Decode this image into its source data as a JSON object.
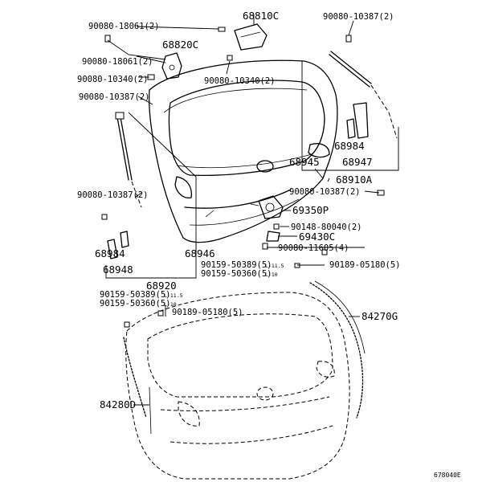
{
  "diagram_code": "678040E",
  "labels": [
    {
      "id": "l1",
      "text": "90080-18061(2)"
    },
    {
      "id": "l2",
      "text": "68810C"
    },
    {
      "id": "l3",
      "text": "90080-10387(2)"
    },
    {
      "id": "l4",
      "text": "68820C"
    },
    {
      "id": "l5",
      "text": "90080-18061(2)"
    },
    {
      "id": "l6",
      "text": "90080-10340(2)"
    },
    {
      "id": "l7",
      "text": "90080-10340(2)"
    },
    {
      "id": "l8",
      "text": "90080-10387(2)"
    },
    {
      "id": "l9",
      "text": "68984"
    },
    {
      "id": "l10",
      "text": "68947"
    },
    {
      "id": "l11",
      "text": "68945"
    },
    {
      "id": "l12",
      "text": "68910A"
    },
    {
      "id": "l13",
      "text": "90080-10387(2)"
    },
    {
      "id": "l14",
      "text": "90080-10387(2)"
    },
    {
      "id": "l15",
      "text": "69350P"
    },
    {
      "id": "l16",
      "text": "90148-80040(2)"
    },
    {
      "id": "l17",
      "text": "69430C"
    },
    {
      "id": "l18",
      "text": "90080-11605(4)"
    },
    {
      "id": "l19",
      "text": "68984"
    },
    {
      "id": "l20",
      "text": "68946"
    },
    {
      "id": "l21",
      "text": "68948"
    },
    {
      "id": "l22",
      "text": "90159-50389(5)"
    },
    {
      "id": "l23",
      "text": "90159-50360(5)"
    },
    {
      "id": "l24",
      "text": "90189-05180(5)"
    },
    {
      "id": "l25",
      "text": "68920"
    },
    {
      "id": "l26",
      "text": "90159-50389(5)"
    },
    {
      "id": "l27",
      "text": "90159-50360(5)"
    },
    {
      "id": "l28",
      "text": "90189-05180(5)"
    },
    {
      "id": "l29",
      "text": "84270G"
    },
    {
      "id": "l30",
      "text": "84280D"
    }
  ],
  "sublabels": [
    {
      "id": "s1",
      "text": "L-11.5"
    },
    {
      "id": "s2",
      "text": "L-10"
    },
    {
      "id": "s3",
      "text": "L-11.5"
    },
    {
      "id": "s4",
      "text": "L-10"
    }
  ]
}
